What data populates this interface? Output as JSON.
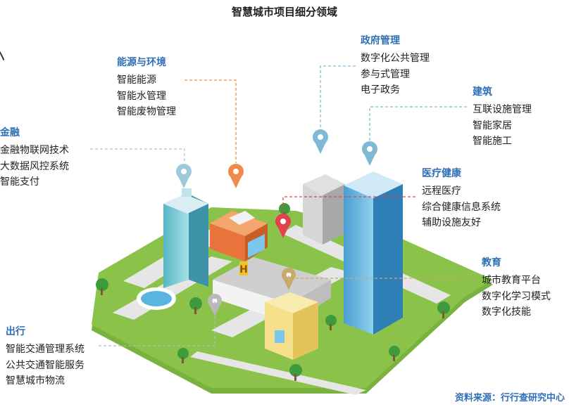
{
  "title": "智慧城市项目细分领域",
  "source": "资料来源：行行查研究中心",
  "colors": {
    "heading": "#2f6fb6",
    "grass": "#8bc34a",
    "road": "#e6e6e6",
    "pin_blue": "#7fb9d6",
    "pin_orange": "#f08a4b",
    "pin_red": "#e0434b",
    "pin_tan": "#c9a96e",
    "hospital": "#f2f2f2",
    "school": "#f5df8a",
    "skyscraper": "#5aa7d4"
  },
  "categories": {
    "energy": {
      "name": "能源与环境",
      "items": [
        "智能能源",
        "智能水管理",
        "智能废物管理"
      ]
    },
    "government": {
      "name": "政府管理",
      "items": [
        "数字化公共管理",
        "参与式管理",
        "电子政务"
      ]
    },
    "building": {
      "name": "建筑",
      "items": [
        "互联设施管理",
        "智能家居",
        "智能施工"
      ]
    },
    "finance": {
      "name": "金融",
      "items": [
        "金融物联网技术",
        "大数据风控系统",
        "智能支付"
      ]
    },
    "medical": {
      "name": "医疗健康",
      "items": [
        "远程医疗",
        "综合健康信息系统",
        "辅助设施友好"
      ]
    },
    "education": {
      "name": "教育",
      "items": [
        "城市教育平台",
        "数字化学习模式",
        "数字化技能"
      ]
    },
    "transport": {
      "name": "出行",
      "items": [
        "智能交通管理系统",
        "公共交通智能服务",
        "智慧城市物流"
      ]
    }
  }
}
